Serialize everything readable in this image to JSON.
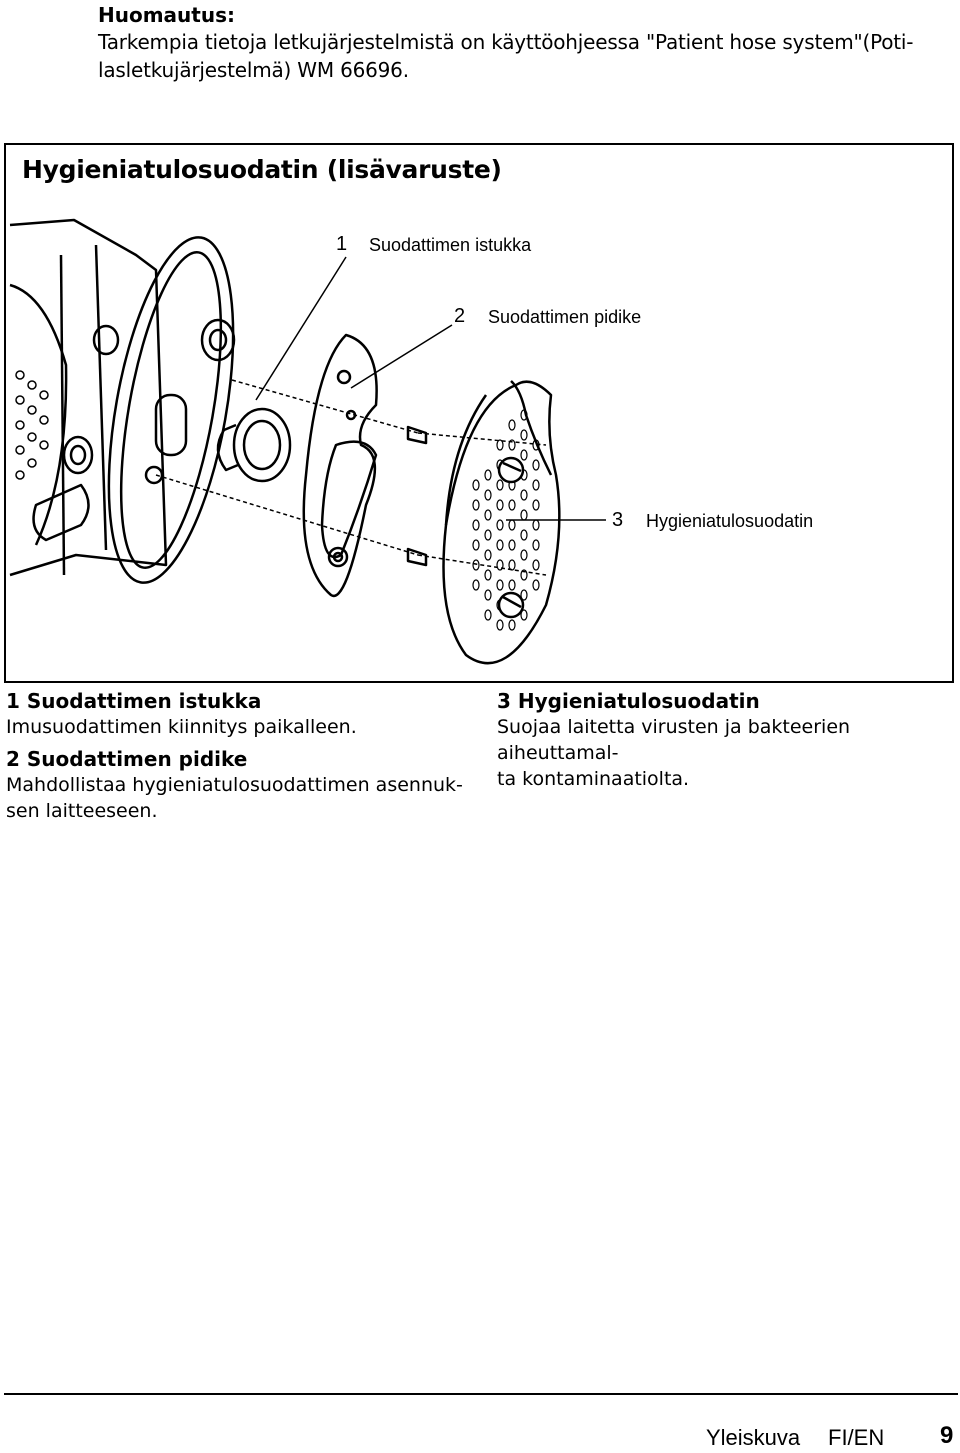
{
  "note": {
    "title": "Huomautus:",
    "line1": "Tarkempia tietoja letkujärjestelmistä on käyttöohjeessa \"Patient hose system\"(Poti-",
    "line2": "lasletkujärjestelmä) WM 66696."
  },
  "figure": {
    "title": "Hygieniatulosuodatin (lisävaruste)",
    "callouts": [
      {
        "num": "1",
        "label": "Suodattimen istukka"
      },
      {
        "num": "2",
        "label": "Suodattimen pidike"
      },
      {
        "num": "3",
        "label": "Hygieniatulosuodatin"
      }
    ]
  },
  "descriptions": [
    {
      "head": "1 Suodattimen istukka",
      "lines": [
        "Imusuodattimen kiinnitys paikalleen."
      ]
    },
    {
      "head": "2 Suodattimen pidike",
      "lines": [
        "Mahdollistaa hygieniatulosuodattimen asennuk-",
        "sen laitteeseen."
      ]
    },
    {
      "head": "3 Hygieniatulosuodatin",
      "lines": [
        "Suojaa laitetta virusten ja bakteerien aiheuttamal-",
        "ta kontaminaatiolta."
      ]
    }
  ],
  "footer": {
    "section": "Yleiskuva",
    "lang": "FI/EN",
    "page": "9"
  }
}
